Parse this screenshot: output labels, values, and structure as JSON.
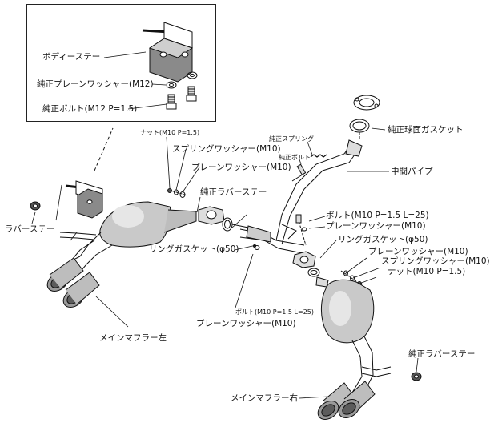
{
  "labels": {
    "body_stay": "ボディーステー",
    "genuine_plain_washer_m12": "純正プレーンワッシャー(M12)",
    "genuine_bolt_m12": "純正ボルト(M12 P=1.5)",
    "nut_m10_small": "ナット(M10 P=1.5)",
    "spring_washer_m10_a": "スプリングワッシャー(M10)",
    "plain_washer_m10_a": "プレーンワッシャー(M10)",
    "genuine_rubber_stay_a": "純正ラバーステー",
    "rubber_stay": "ラバーステー",
    "ring_gasket_left": "リングガスケット(φ50)",
    "genuine_spring": "純正スプリング",
    "genuine_bolt_small": "純正ボルト",
    "genuine_ball_gasket": "純正球面ガスケット",
    "middle_pipe": "中間パイプ",
    "bolt_m10_l25_a": "ボルト(M10 P=1.5 L=25)",
    "plain_washer_m10_b": "プレーンワッシャー(M10)",
    "ring_gasket_right": "リングガスケット(φ50)",
    "plain_washer_m10_c": "プレーンワッシャー(M10)",
    "spring_washer_m10_b": "スプリングワッシャー(M10)",
    "nut_m10_b": "ナット(M10 P=1.5)",
    "bolt_m10_l25_small": "ボルト(M10 P=1.5 L=25)",
    "plain_washer_m10_d": "プレーンワッシャー(M10)",
    "main_muffler_left": "メインマフラー左",
    "genuine_rubber_stay_b": "純正ラバーステー",
    "main_muffler_right": "メインマフラー右"
  }
}
